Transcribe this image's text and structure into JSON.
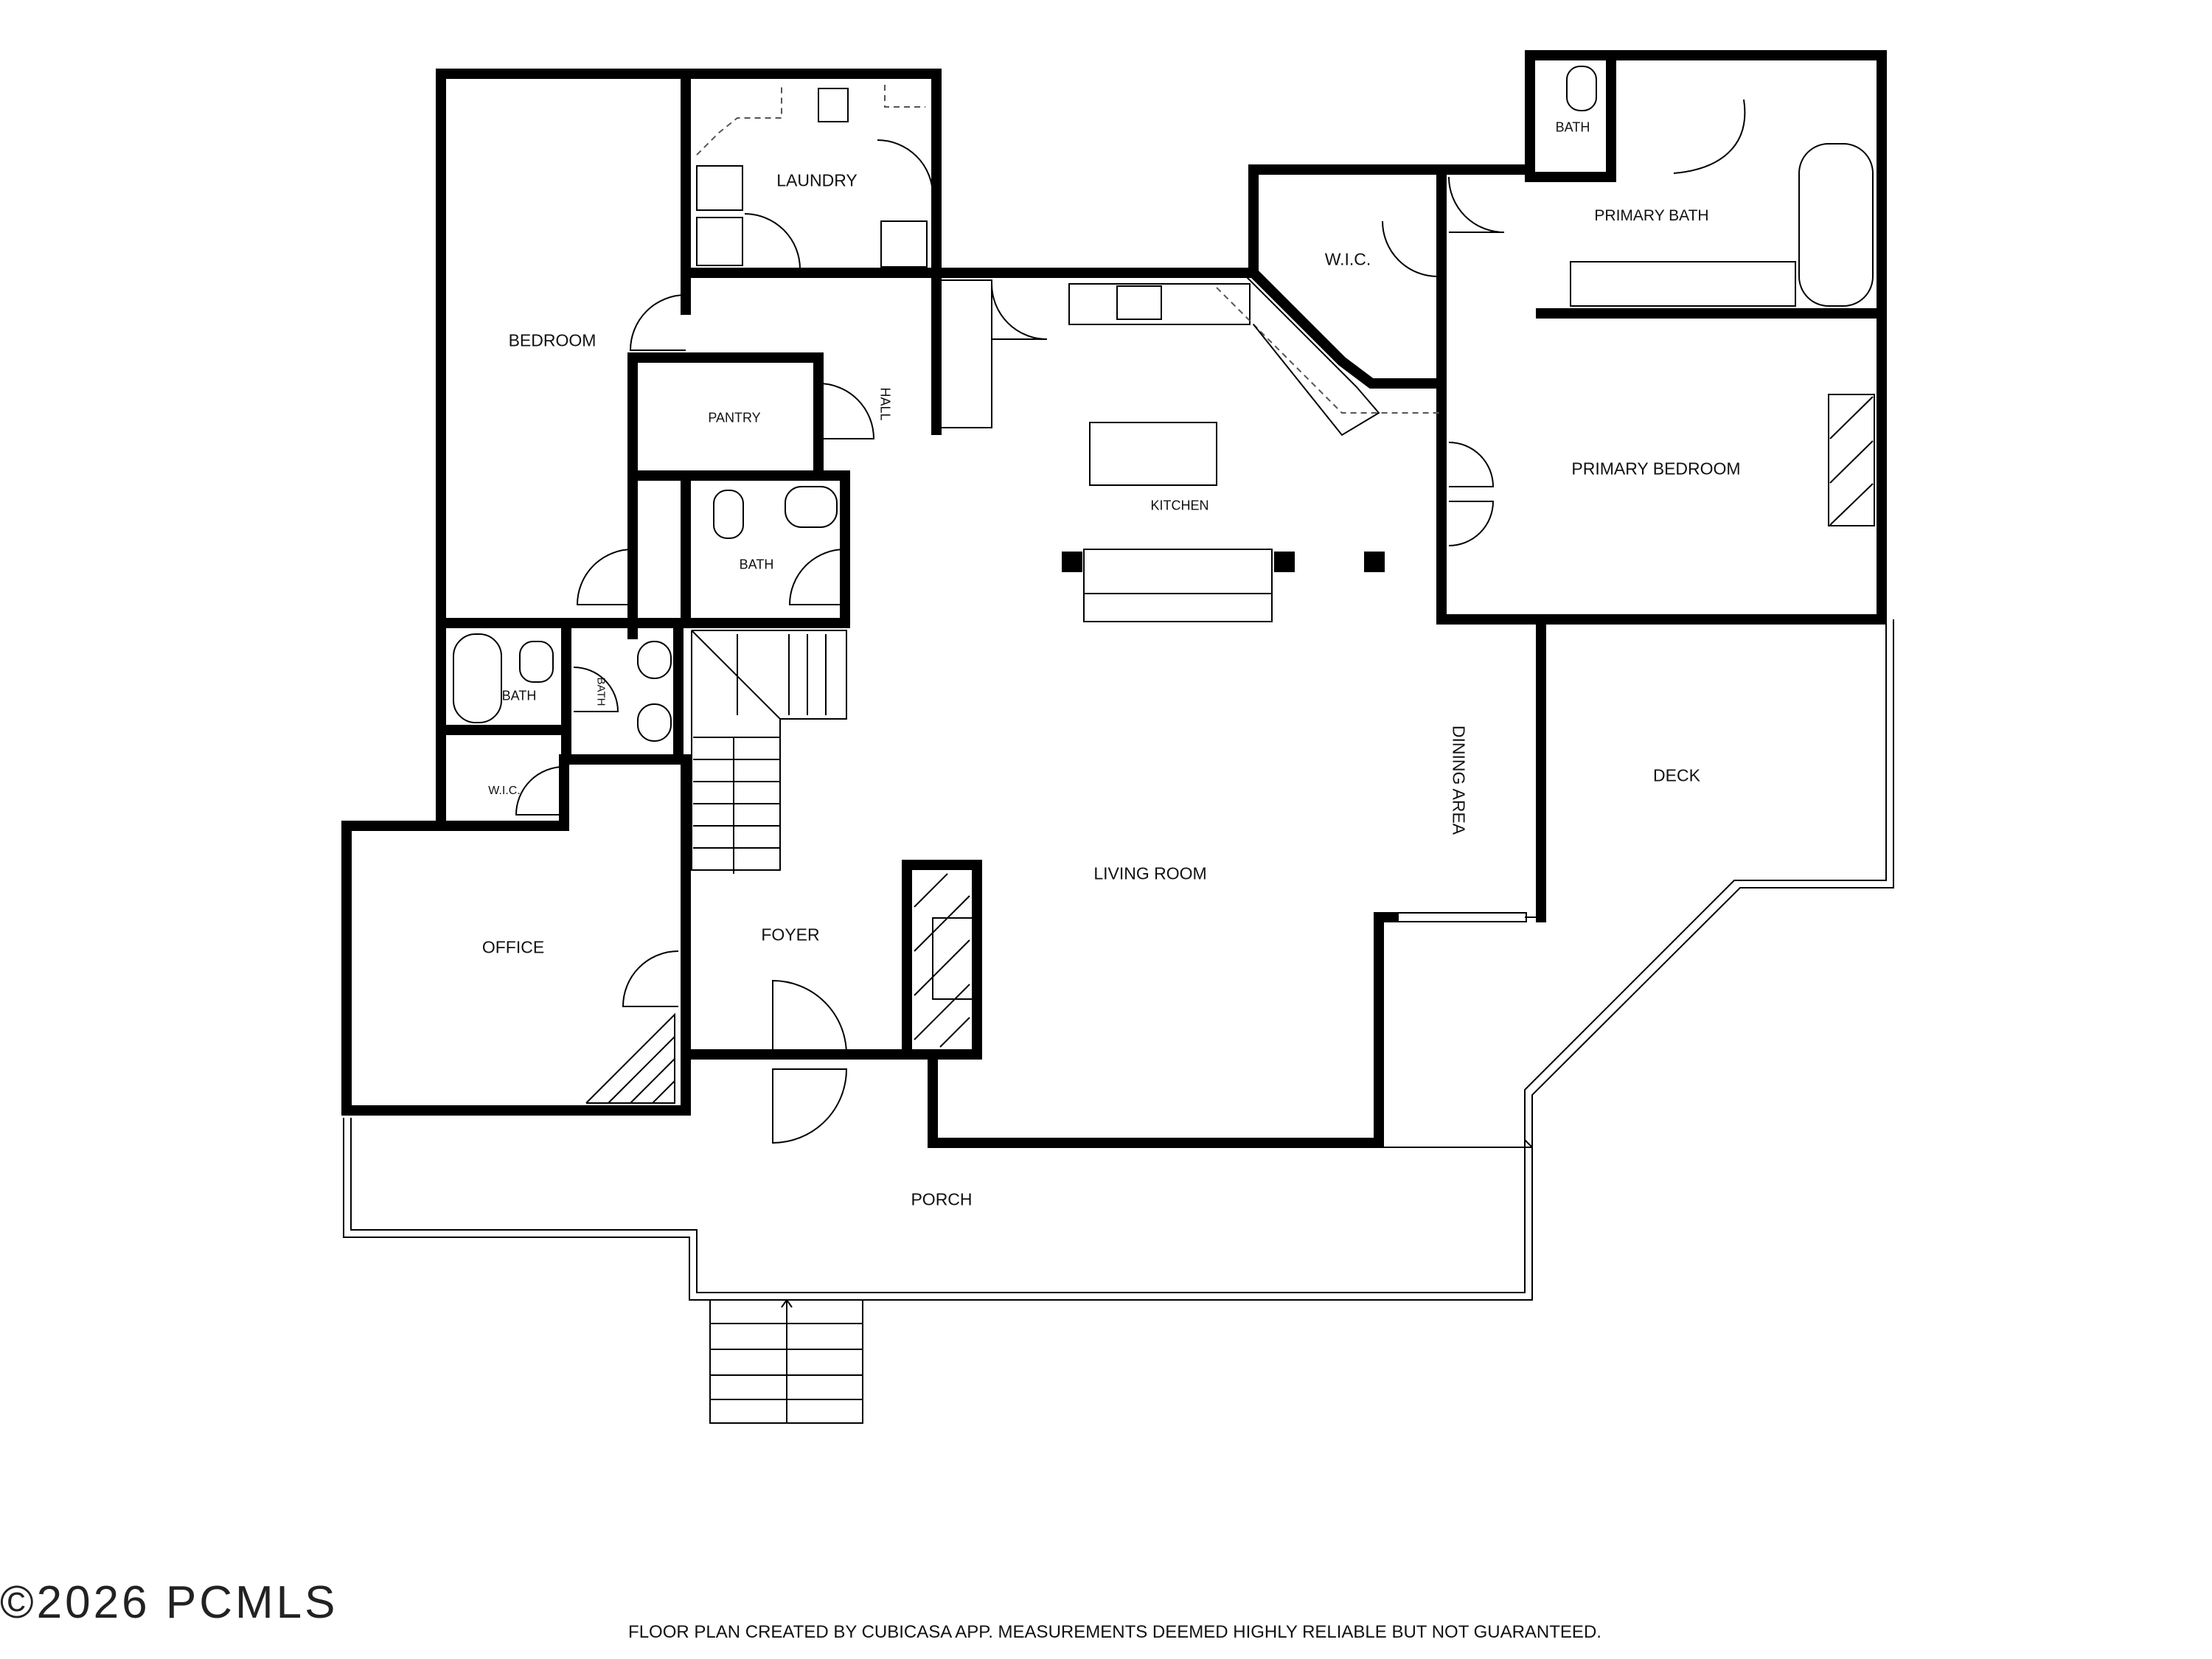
{
  "rooms": {
    "bedroom": "BEDROOM",
    "laundry": "LAUNDRY",
    "pantry": "PANTRY",
    "hall": "HALL",
    "bath_center": "BATH",
    "bath_left": "BATH",
    "bath_small_vertical": "BATH",
    "wic_left": "W.I.C.",
    "office": "OFFICE",
    "foyer": "FOYER",
    "kitchen": "KITCHEN",
    "living_room": "LIVING ROOM",
    "dining_area": "DINING AREA",
    "wic_primary": "W.I.C.",
    "bath_top": "BATH",
    "primary_bath": "PRIMARY BATH",
    "primary_bedroom": "PRIMARY BEDROOM",
    "deck": "DECK",
    "porch": "PORCH"
  },
  "watermark": "©2026 PCMLS",
  "footer": "FLOOR PLAN CREATED BY CUBICASA APP. MEASUREMENTS DEEMED HIGHLY RELIABLE BUT NOT GUARANTEED."
}
